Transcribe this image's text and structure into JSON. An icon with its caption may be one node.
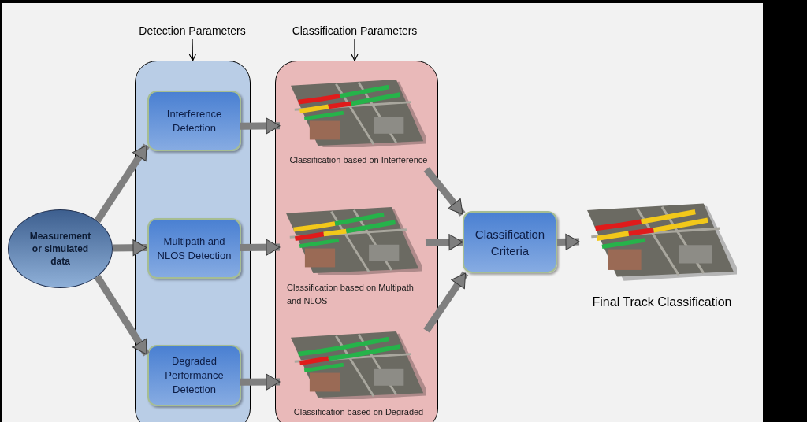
{
  "diagram": {
    "nodes": [
      {
        "text": [
          "Detection Parameters"
        ]
      },
      {
        "text": [
          "Classification Parameters"
        ]
      },
      {
        "text": [],
        "shape": "box"
      },
      {
        "text": [],
        "shape": "box"
      },
      {
        "text": [
          "Measurement or simulated data"
        ]
      },
      {
        "text": [
          "Interference Detection"
        ],
        "in": 2
      },
      {
        "text": [
          "Multipath and NLOS Detection"
        ],
        "in": 2
      },
      {
        "text": [
          "Degraded Performance Detection"
        ],
        "in": 2
      },
      {
        "text": [
          "Classification based on Interference"
        ],
        "in": 3
      },
      {
        "text": [
          "Classification based on Multipath and NLOS"
        ],
        "in": 3
      },
      {
        "text": [
          "Classification based on Degraded"
        ],
        "in": 3
      },
      {
        "text": [
          "Classification Criteria"
        ]
      },
      {
        "text": [
          "Final Track Classification"
        ]
      }
    ],
    "edges": [
      {
        "from": 0,
        "to": 2,
        "arrow": "to",
        "color": "#000000"
      },
      {
        "from": 1,
        "to": 3,
        "arrow": "to",
        "color": "#000000"
      },
      {
        "from": 4,
        "to": 5,
        "arrow": "to"
      },
      {
        "from": 4,
        "to": 6,
        "arrow": "to"
      },
      {
        "from": 4,
        "to": 7,
        "arrow": "to"
      },
      {
        "from": 5,
        "to": 8,
        "arrow": "to"
      },
      {
        "from": 6,
        "to": 9,
        "arrow": "to"
      },
      {
        "from": 7,
        "to": 10,
        "arrow": "to"
      },
      {
        "from": 8,
        "to": 11,
        "arrow": "to"
      },
      {
        "from": 9,
        "to": 11,
        "arrow": "to"
      },
      {
        "from": 10,
        "to": 11,
        "arrow": "to"
      },
      {
        "from": 11,
        "to": 12,
        "arrow": "to"
      }
    ]
  }
}
